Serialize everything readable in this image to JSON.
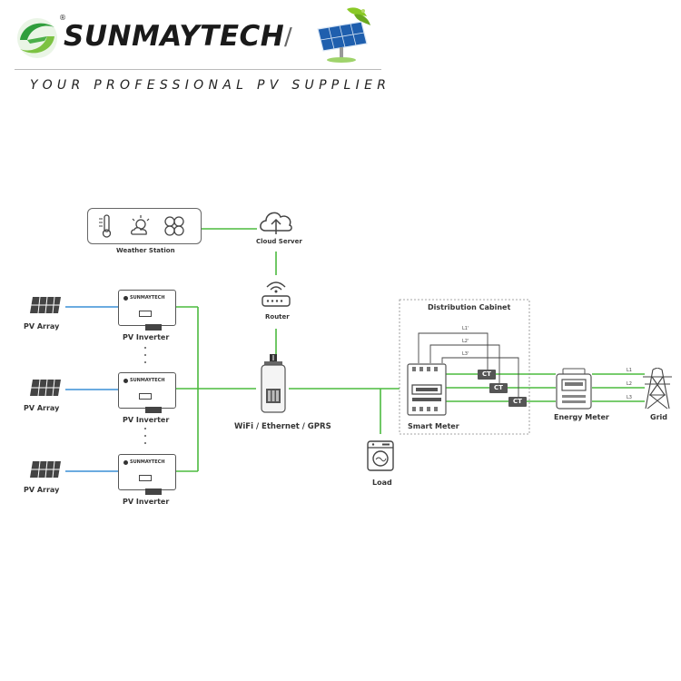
{
  "header": {
    "brand_name": "SUNMAYTECH",
    "registered_mark": "®",
    "separator": "/",
    "slogan": "YOUR PROFESSIONAL PV SUPPLIER"
  },
  "diagram": {
    "weather_station": "Weather Station",
    "cloud_server": "Cloud Server",
    "router": "Router",
    "datalogger": "WiFi / Ethernet / GPRS",
    "pv_array_label": "PV Array",
    "pv_inverter_label": "PV Inverter",
    "inverter_brand": "SUNMAYTECH",
    "load": "Load",
    "distribution_cabinet": "Distribution Cabinet",
    "smart_meter": "Smart Meter",
    "energy_meter": "Energy Meter",
    "grid": "Grid",
    "ct_label": "CT",
    "cabinet_lines": [
      "L1'",
      "L2'",
      "L3'"
    ],
    "grid_lines": [
      "L1",
      "L2",
      "L3"
    ],
    "colors": {
      "comm_line": "#4cbb3f",
      "dc_line": "#3a8fd6",
      "logo_green": "#3aa53a",
      "dark": "#444444"
    }
  }
}
